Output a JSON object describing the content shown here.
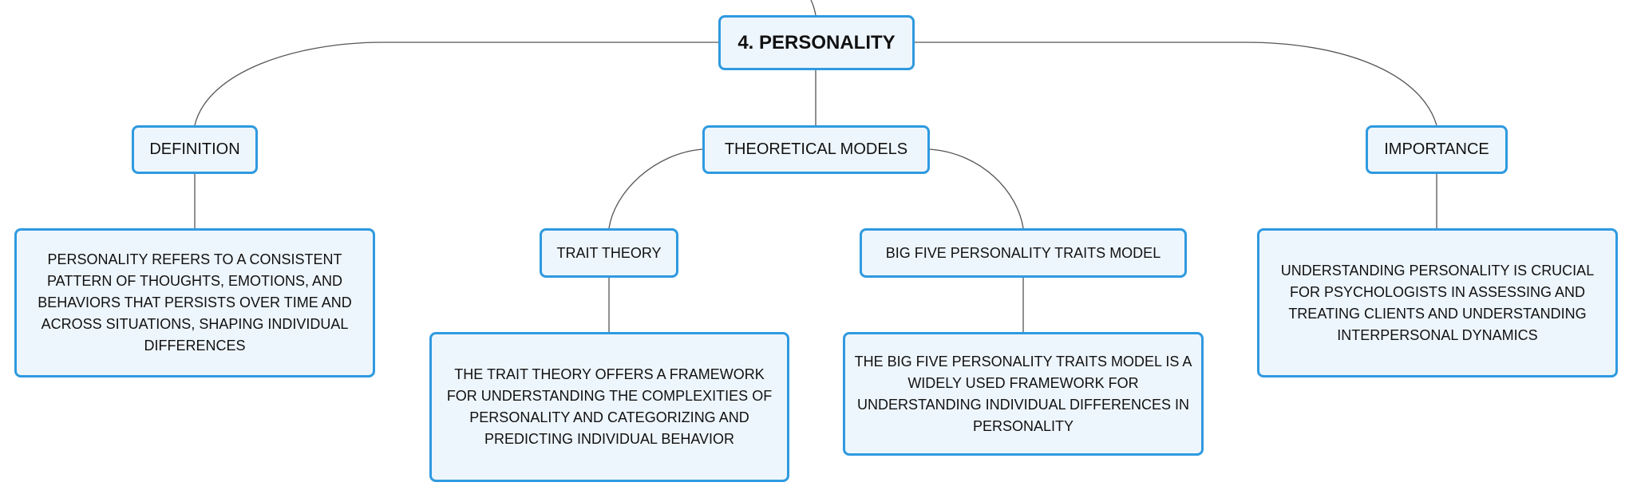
{
  "mindmap": {
    "root": "4. PERSONALITY",
    "definition": {
      "label": "DEFINITION",
      "text": "PERSONALITY REFERS TO A CONSISTENT PATTERN OF THOUGHTS, EMOTIONS, AND BEHAVIORS THAT PERSISTS OVER TIME AND ACROSS SITUATIONS, SHAPING INDIVIDUAL DIFFERENCES"
    },
    "theoretical_models": {
      "label": "THEORETICAL MODELS",
      "trait_theory": {
        "label": "TRAIT THEORY",
        "text": "THE TRAIT THEORY OFFERS A FRAMEWORK FOR UNDERSTANDING THE COMPLEXITIES OF PERSONALITY AND CATEGORIZING AND PREDICTING INDIVIDUAL BEHAVIOR"
      },
      "big_five": {
        "label": "BIG FIVE PERSONALITY TRAITS MODEL",
        "text": "THE BIG FIVE PERSONALITY TRAITS MODEL IS A WIDELY USED FRAMEWORK FOR UNDERSTANDING INDIVIDUAL DIFFERENCES IN PERSONALITY"
      }
    },
    "importance": {
      "label": "IMPORTANCE",
      "text": "UNDERSTANDING PERSONALITY IS CRUCIAL FOR PSYCHOLOGISTS IN ASSESSING AND TREATING CLIENTS AND UNDERSTANDING INTERPERSONAL DYNAMICS"
    }
  },
  "colors": {
    "node_border": "#2f9ae0",
    "node_fill": "#eef6fd",
    "connector": "#555555",
    "text": "#111111"
  }
}
